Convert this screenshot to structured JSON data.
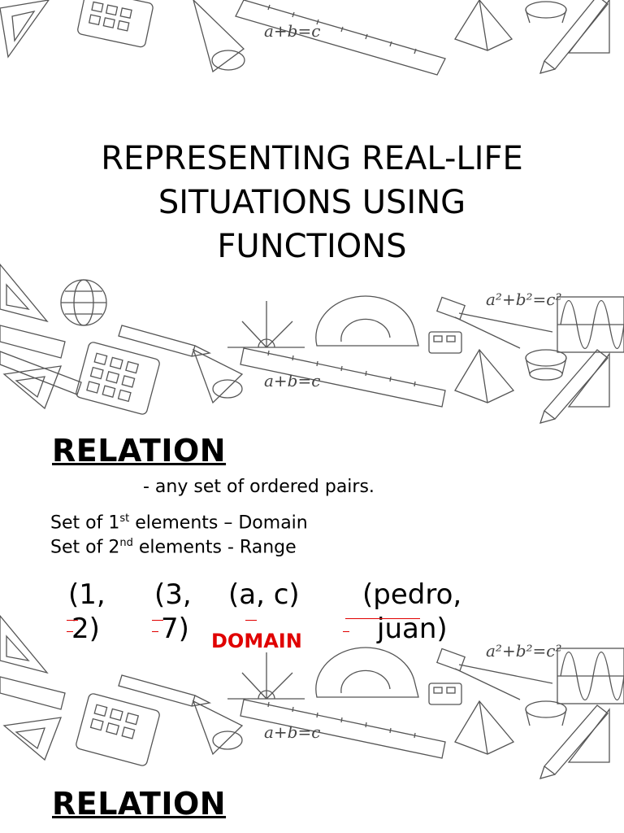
{
  "slide1": {
    "title_lines": [
      "REPRESENTING REAL-LIFE",
      "SITUATIONS USING",
      "FUNCTIONS"
    ],
    "doodle_text": {
      "formula_sum": "a+b=c",
      "formula_pythag_a": "a²+b²=c²"
    }
  },
  "slide2": {
    "heading": "RELATION",
    "definition": "- any set of ordered pairs.",
    "line1": {
      "prefix": "Set of 1",
      "sup": "st",
      "suffix": " elements – Domain"
    },
    "line2": {
      "prefix": "Set of 2",
      "sup": "nd",
      "suffix": " elements - Range"
    },
    "pairs": [
      {
        "top": "(1,",
        "bottom": "2)"
      },
      {
        "top": "(3,",
        "bottom": "7)"
      },
      {
        "top": "(a, c)",
        "bottom": ""
      },
      {
        "top": "(pedro,",
        "bottom": "juan)"
      }
    ],
    "domain_label": "DOMAIN"
  },
  "slide3": {
    "heading": "RELATION"
  },
  "colors": {
    "accent_red": "#e00000",
    "line": "#555555"
  }
}
